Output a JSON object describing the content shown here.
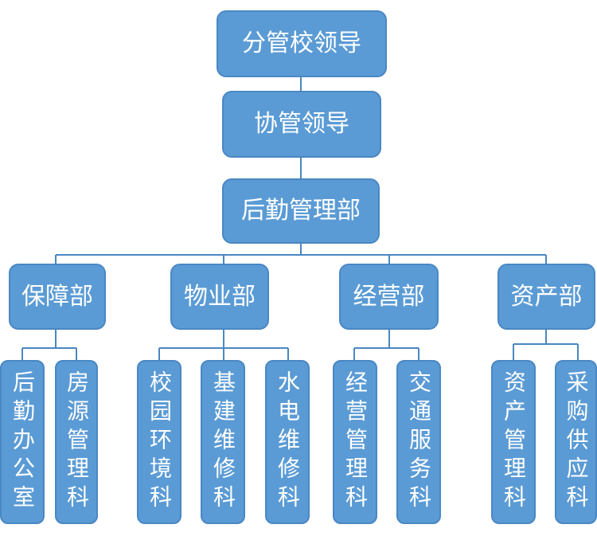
{
  "colors": {
    "box_fill": "#5b9bd5",
    "box_border": "#4a87c3",
    "connector": "#4a87c3",
    "text": "#ffffff"
  },
  "org": {
    "top": "分管校领导",
    "assist": "协管领导",
    "logistics": "后勤管理部",
    "departments": [
      {
        "name": "保障部",
        "sections": [
          "后勤办公室",
          "房源管理科"
        ]
      },
      {
        "name": "物业部",
        "sections": [
          "校园环境科",
          "基建维修科",
          "水电维修科"
        ]
      },
      {
        "name": "经营部",
        "sections": [
          "经营管理科",
          "交通服务科"
        ]
      },
      {
        "name": "资产部",
        "sections": [
          "资产管理科",
          "采购供应科"
        ]
      }
    ]
  }
}
